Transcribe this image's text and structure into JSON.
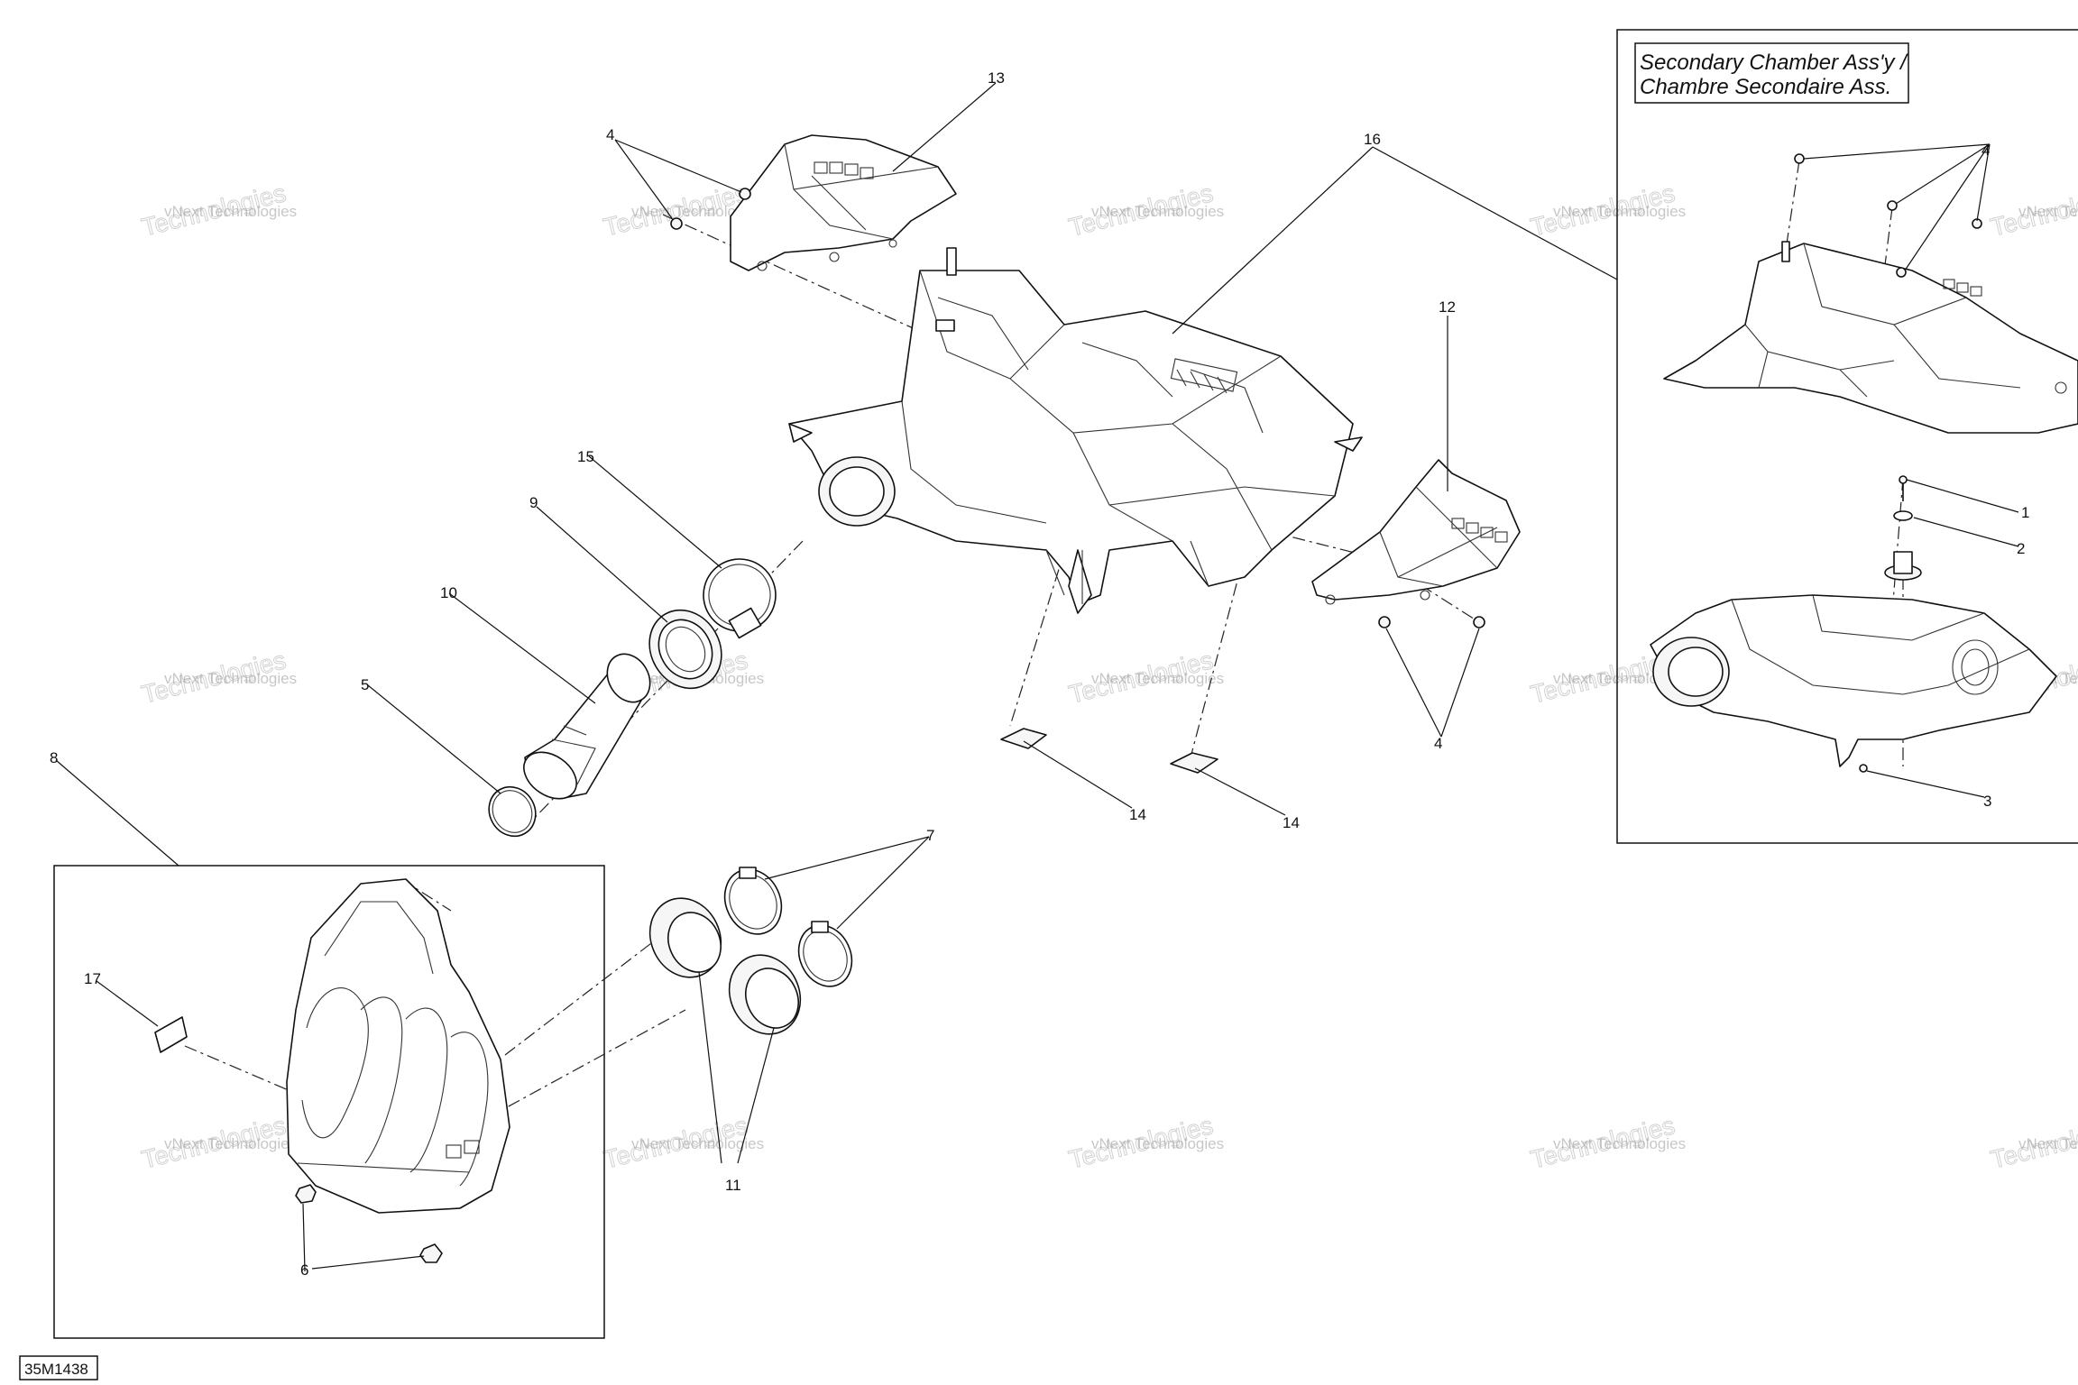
{
  "figure_code": "35M1438",
  "inset_title": {
    "line1": "Secondary Chamber Ass'y /",
    "line2": "Chambre Secondaire Ass."
  },
  "watermark": {
    "line1": "vNext Technologies",
    "line2": "Technologies"
  },
  "callouts": {
    "c1": "1",
    "c2": "2",
    "c3": "3",
    "c4a": "4",
    "c4b": "4",
    "c4c": "4",
    "c5": "5",
    "c6": "6",
    "c7": "7",
    "c8": "8",
    "c9": "9",
    "c10": "10",
    "c11": "11",
    "c12": "12",
    "c13": "13",
    "c14a": "14",
    "c14b": "14",
    "c15": "15",
    "c16": "16",
    "c17": "17"
  }
}
